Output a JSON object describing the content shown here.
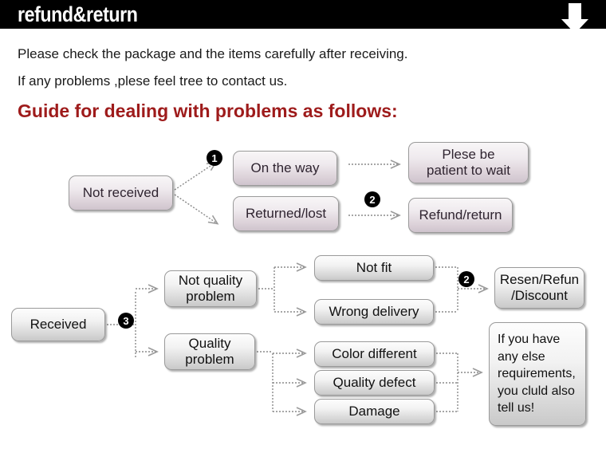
{
  "header": {
    "title": "refund&return",
    "arrow_icon": "arrow-down-icon",
    "background_color": "#000000",
    "text_color": "#ffffff"
  },
  "intro": {
    "line1": "Please check the package and the items carefully after receiving.",
    "line2": "If any problems ,plese feel tree to contact us."
  },
  "guide": {
    "heading": "Guide for dealing with problems as follows:",
    "heading_color": "#9e1b1b"
  },
  "flow_not_received": {
    "start": "Not received",
    "branches": [
      {
        "marker": "1",
        "label": "On the way",
        "result": "Plese be\npatient to wait"
      },
      {
        "marker": "2",
        "label": "Returned/lost",
        "result": "Refund/return"
      }
    ],
    "nodes": {
      "not_received": "Not received",
      "on_the_way": "On the way",
      "returned_lost": "Returned/lost",
      "patient_wait_line1": "Plese be",
      "patient_wait_line2": "patient to wait",
      "refund_return": "Refund/return"
    },
    "markers": {
      "one": "❶",
      "two": "❷"
    }
  },
  "flow_received": {
    "nodes": {
      "received": "Received",
      "not_quality_problem_line1": "Not quality",
      "not_quality_problem_line2": "problem",
      "quality_problem_line1": "Quality",
      "quality_problem_line2": "problem",
      "not_fit": "Not fit",
      "wrong_delivery": "Wrong delivery",
      "color_different": "Color different",
      "quality_defect": "Quality defect",
      "damage": "Damage",
      "resend_refund_line1": "Resen/Refun",
      "resend_refund_line2": "/Discount",
      "else_requirements_line1": "If you have",
      "else_requirements_line2": "any else",
      "else_requirements_line3": "requirements,",
      "else_requirements_line4": "you cluld also",
      "else_requirements_line5": "tell us!"
    },
    "markers": {
      "three": "❸",
      "two": "❷"
    }
  },
  "style": {
    "node_border": "#9a9a9a",
    "node_fill_top": "#fdfdfd",
    "node_fill_bottom": "#c9c9c9",
    "connector_color": "#8a8a8a",
    "marker_bg": "#000000",
    "marker_fg": "#ffffff"
  }
}
